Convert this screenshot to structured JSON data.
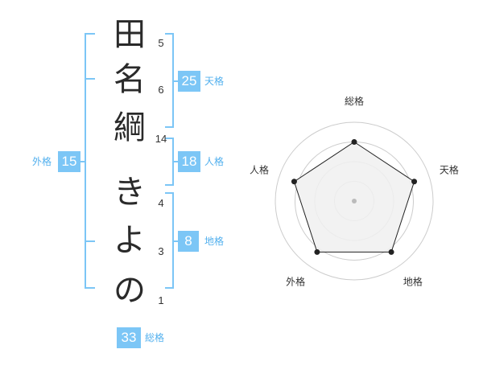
{
  "name_chars": [
    {
      "char": "田",
      "strokes": "5"
    },
    {
      "char": "名",
      "strokes": "6"
    },
    {
      "char": "綱",
      "strokes": "14"
    },
    {
      "char": "き",
      "strokes": "4"
    },
    {
      "char": "よ",
      "strokes": "3"
    },
    {
      "char": "の",
      "strokes": "1"
    }
  ],
  "fortune": {
    "tenkaku": {
      "value": "25",
      "label": "天格"
    },
    "jinkaku": {
      "value": "18",
      "label": "人格"
    },
    "chikaku": {
      "value": "8",
      "label": "地格"
    },
    "gaikaku": {
      "value": "15",
      "label": "外格"
    },
    "soukaku": {
      "value": "33",
      "label": "総格"
    }
  },
  "chart_data": {
    "type": "radar",
    "axes": [
      "総格",
      "天格",
      "地格",
      "外格",
      "人格"
    ],
    "values": [
      0.75,
      0.8,
      0.8,
      0.8,
      0.8
    ],
    "rings": 4,
    "colors": {
      "grid": "#cccccc",
      "fill": "#f0f0f0",
      "line": "#222222",
      "accent": "#7cc6f6"
    }
  }
}
